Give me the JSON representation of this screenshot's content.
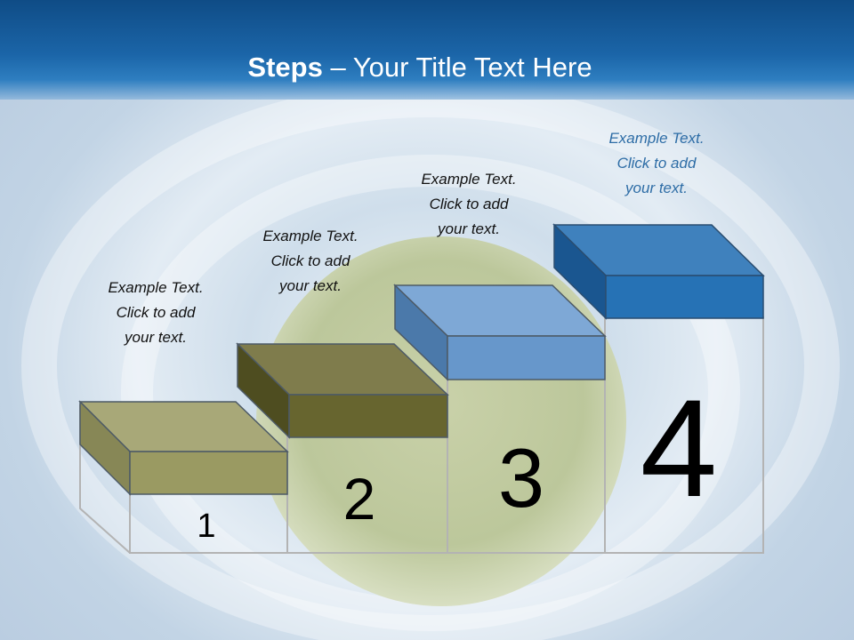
{
  "title": {
    "bold": "Steps",
    "rest": " – Your Title Text Here"
  },
  "steps": [
    {
      "number": "1",
      "caption": [
        "Example Text.",
        "Click  to add",
        "your text."
      ],
      "color_front": "#9a9a62",
      "color_top": "#a8a878"
    },
    {
      "number": "2",
      "caption": [
        "Example Text.",
        "Click  to add",
        "your text."
      ],
      "color_front": "#67652f",
      "color_top": "#7f7c4c"
    },
    {
      "number": "3",
      "caption": [
        "Example Text.",
        "Click  to add",
        "your text."
      ],
      "color_front": "#6797cb",
      "color_top": "#7ea8d6"
    },
    {
      "number": "4",
      "caption": [
        "Example Text.",
        "Click  to add",
        "your text."
      ],
      "color_front": "#2672b5",
      "color_top": "#3f81bd"
    }
  ],
  "colors": {
    "header": "#1b65a8",
    "caption_highlight": "#2e6da6"
  }
}
